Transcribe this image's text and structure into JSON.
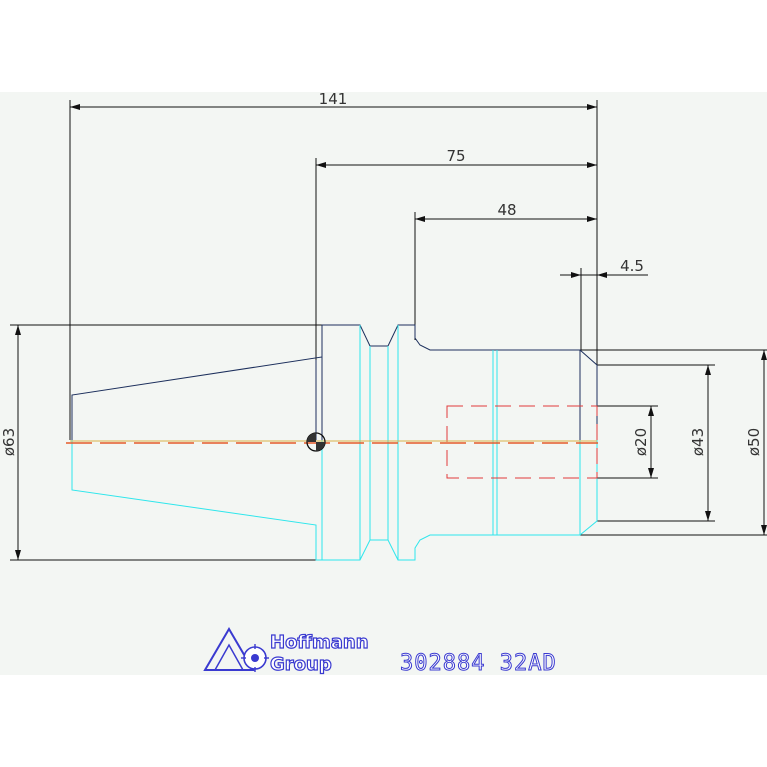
{
  "drawing": {
    "dimensions": {
      "overall_length": "141",
      "shank_length": "75",
      "body_length": "48",
      "chamfer_length": "4.5",
      "flange_diameter": "ø63",
      "bore_diameter": "ø20",
      "body_diameter_small": "ø43",
      "body_diameter_large": "ø50"
    },
    "colors": {
      "outline": "#1c2f5c",
      "cyan": "#2ee6ec",
      "hidden": "#e23b3b",
      "centerline": "#e45a2a",
      "brand": "#3a3ad0"
    }
  },
  "title_block": {
    "brand_line1": "Hoffmann",
    "brand_line2": "Group",
    "part_number": "302884 32AD",
    "logo_icon": "hoffmann-logo-icon"
  }
}
